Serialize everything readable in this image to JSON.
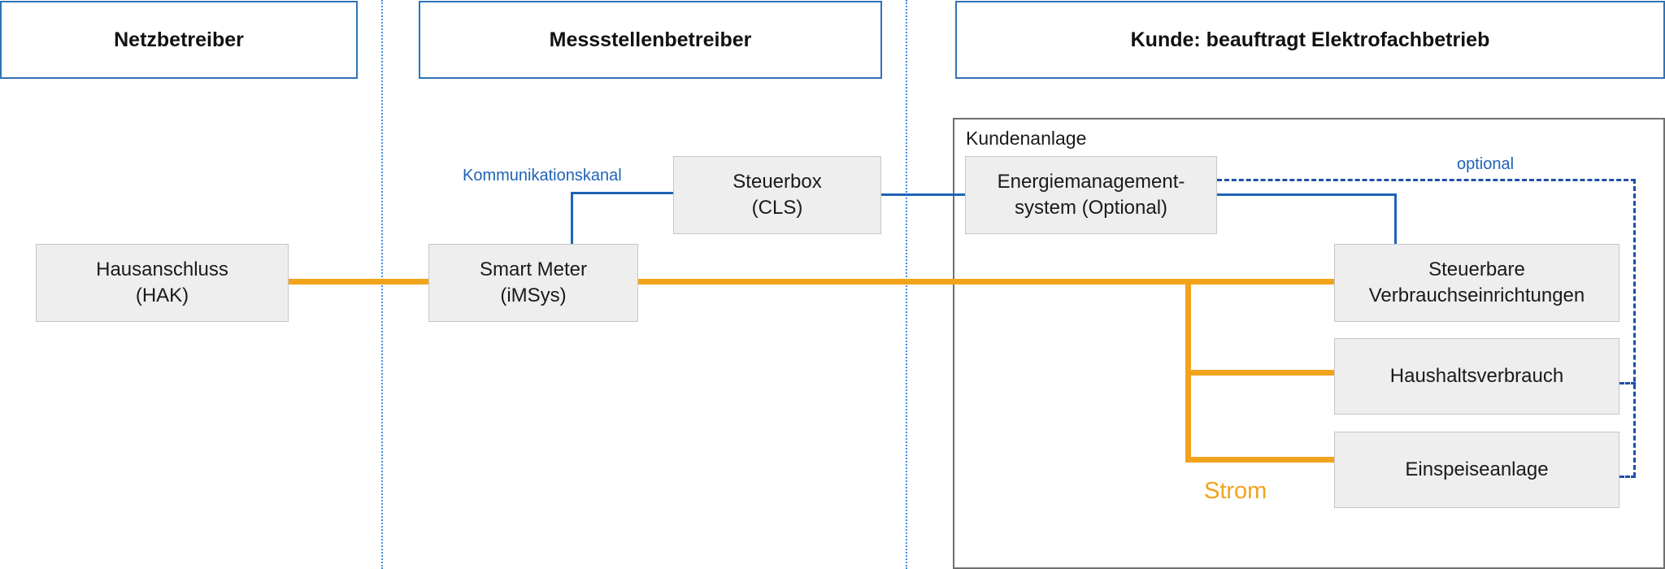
{
  "headers": {
    "netzbetreiber": "Netzbetreiber",
    "messstellenbetreiber": "Messstellenbetreiber",
    "kunde": "Kunde: beauftragt Elektrofachbetrieb"
  },
  "kundenanlage_label": "Kundenanlage",
  "boxes": {
    "hak": {
      "line1": "Hausanschluss",
      "line2": "(HAK)"
    },
    "smart_meter": {
      "line1": "Smart Meter",
      "line2": "(iMSys)"
    },
    "steuerbox": {
      "line1": "Steuerbox",
      "line2": "(CLS)"
    },
    "ems": {
      "line1": "Energiemanagement-",
      "line2": "system (Optional)"
    },
    "steuerbare": {
      "line1": "Steuerbare",
      "line2": "Verbrauchseinrichtungen"
    },
    "haushalt": {
      "line1": "Haushaltsverbrauch"
    },
    "einspeise": {
      "line1": "Einspeiseanlage"
    }
  },
  "labels": {
    "kommunikationskanal": "Kommunikationskanal",
    "optional": "optional",
    "strom": "Strom"
  },
  "colors": {
    "power_line": "#f2a31c",
    "communication_line": "#1f63b6",
    "header_border": "#2f74b5",
    "box_fill": "#eeeeee"
  }
}
